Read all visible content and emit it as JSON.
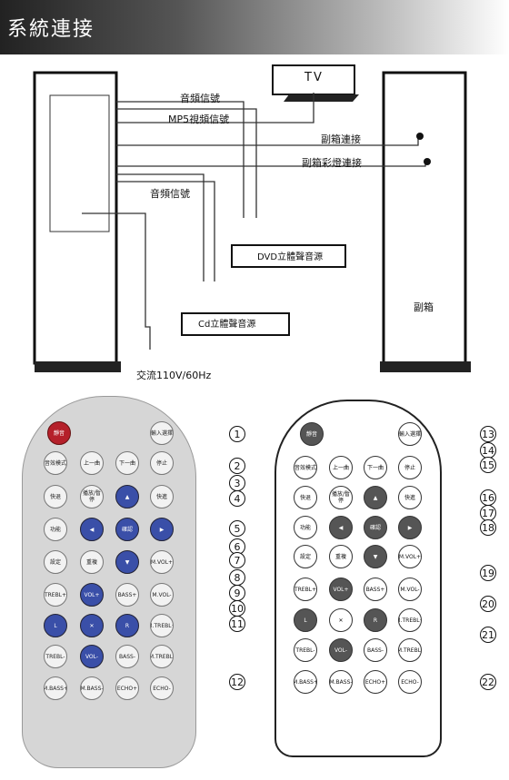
{
  "header": {
    "title": "系統連接"
  },
  "connection": {
    "tv": "TV",
    "audio_signal_top": "音頻信號",
    "mp5_video_signal": "MP5視頻信號",
    "sub_speaker_connect": "副箱連接",
    "sub_speaker_color_connect": "副箱彩燈連接",
    "audio_signal_bottom": "音頻信號",
    "dvd_source": "DVD立體聲音源",
    "cd_source": "Cd立體聲音源",
    "sub_speaker": "副箱",
    "power": "交流110V/60Hz"
  },
  "remote": {
    "mute": "靜音",
    "input_select": "輸入選擇",
    "stop": "停止",
    "prev": "上一曲",
    "next": "下一曲",
    "rewind": "快退",
    "forward": "快進",
    "play_pause": "播放/暫停",
    "function": "功能",
    "settings": "設定",
    "repeat": "重複",
    "ok": "確認",
    "vol_plus": "VOL+",
    "vol_minus": "VOL-",
    "bass_plus": "BASS+",
    "bass_minus": "BASS-",
    "treble_plus": "TREBL+",
    "treble_minus": "TREBL-",
    "m_vol_plus": "M.VOL+",
    "m_vol_minus": "M.VOL-",
    "m_treble_plus": "M.TREBL+",
    "m_treble_minus": "M.TREBL-",
    "m_bass_plus": "M.BASS+",
    "m_bass_minus": "M.BASS-",
    "echo_plus": "ECHO+",
    "echo_minus": "ECHO-",
    "left": "L",
    "right": "R",
    "mode_key": "音效模式"
  },
  "callouts": [
    "1",
    "2",
    "3",
    "4",
    "5",
    "6",
    "7",
    "8",
    "9",
    "10",
    "11",
    "12",
    "13",
    "14",
    "15",
    "16",
    "17",
    "18",
    "19",
    "20",
    "21",
    "22"
  ]
}
